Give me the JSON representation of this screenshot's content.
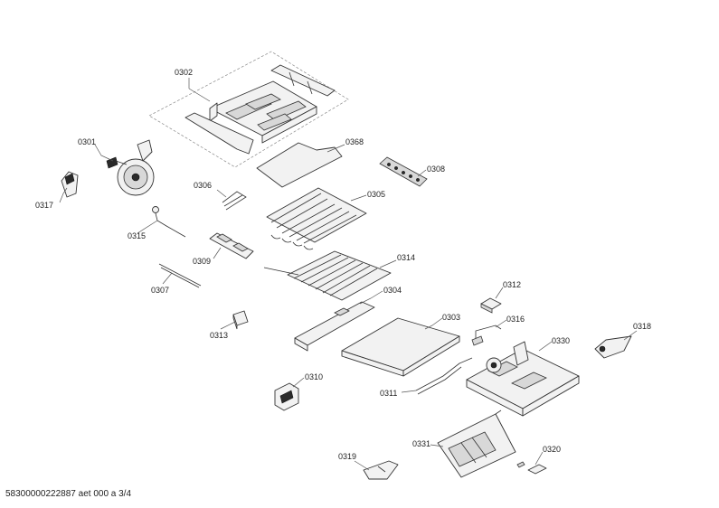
{
  "footer": {
    "doc_code": "58300000222887 aet 000 a 3/4"
  },
  "labels": {
    "p0301": "0301",
    "p0302": "0302",
    "p0303": "0303",
    "p0304": "0304",
    "p0305": "0305",
    "p0306": "0306",
    "p0307": "0307",
    "p0308": "0308",
    "p0309": "0309",
    "p0310": "0310",
    "p0311": "0311",
    "p0312": "0312",
    "p0313": "0313",
    "p0314": "0314",
    "p0315": "0315",
    "p0316": "0316",
    "p0317": "0317",
    "p0318": "0318",
    "p0319": "0319",
    "p0320": "0320",
    "p0330": "0330",
    "p0331": "0331",
    "p0368": "0368"
  }
}
